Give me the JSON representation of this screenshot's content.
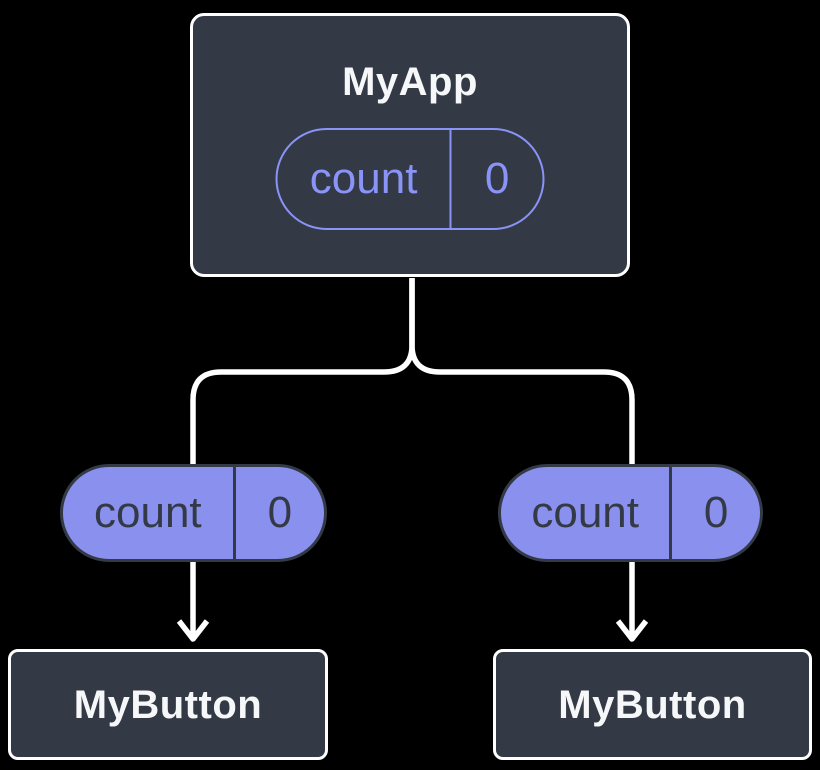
{
  "colors": {
    "background": "#000000",
    "node_bg": "#333a46",
    "node_border": "#ffffff",
    "node_text": "#f6f7f9",
    "pill_fill": "#8990ee",
    "pill_outline": "#8a93f7",
    "pill_text_on_fill": "#333a46",
    "pill_text_outline": "#8a93f7",
    "connector": "#ffffff"
  },
  "tree": {
    "root": {
      "name": "MyApp",
      "state": {
        "label": "count",
        "value": "0"
      }
    },
    "props": [
      {
        "label": "count",
        "value": "0"
      },
      {
        "label": "count",
        "value": "0"
      }
    ],
    "children": [
      {
        "name": "MyButton"
      },
      {
        "name": "MyButton"
      }
    ]
  }
}
